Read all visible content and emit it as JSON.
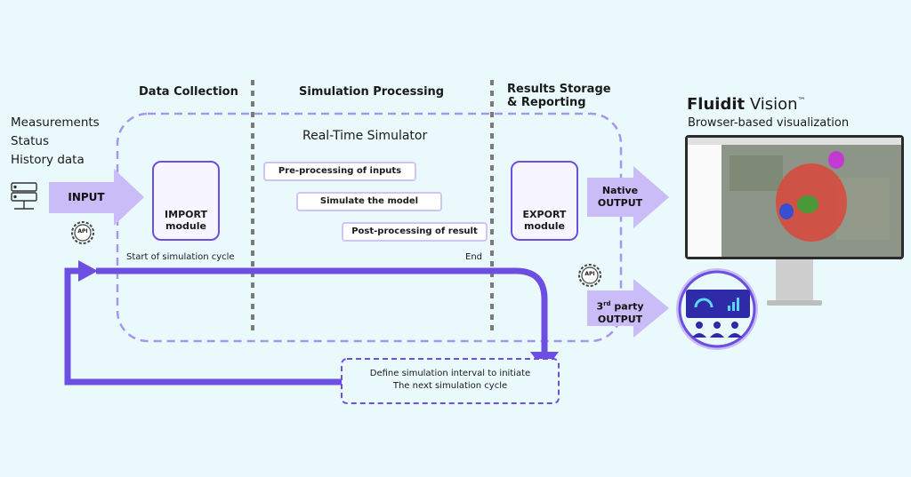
{
  "headers": {
    "data_collection": "Data Collection",
    "simulation_processing": "Simulation Processing",
    "results_storage_line1": "Results Storage",
    "results_storage_line2": "& Reporting"
  },
  "inputs": {
    "lines": [
      "Measurements",
      "Status",
      "History data"
    ],
    "input_label": "INPUT",
    "api_label": "API"
  },
  "simulator": {
    "title": "Real-Time Simulator",
    "steps": [
      "Pre-processing of inputs",
      "Simulate the model",
      "Post-processing of result"
    ],
    "start_label": "Start of simulation cycle",
    "end_label": "End"
  },
  "import_module": {
    "line1": "IMPORT",
    "line2": "module"
  },
  "export_module": {
    "line1": "EXPORT",
    "line2": "module"
  },
  "outputs": {
    "native_line1": "Native",
    "native_line2": "OUTPUT",
    "third_party_line1": "3",
    "third_party_sup": "rd",
    "third_party_rest": " party",
    "third_party_line2": "OUTPUT",
    "api_label": "API"
  },
  "loop": {
    "line1": "Define simulation interval to initiate",
    "line2": "The next simulation cycle"
  },
  "product": {
    "brand_bold": "Fluidit",
    "brand_light": " Vision",
    "trademark": "™",
    "tagline": "Browser-based visualization"
  },
  "colors": {
    "accent": "#6c4fe0",
    "arrow_light": "#c9bcf7",
    "dashed": "#a696ee",
    "background": "#eafafc"
  }
}
